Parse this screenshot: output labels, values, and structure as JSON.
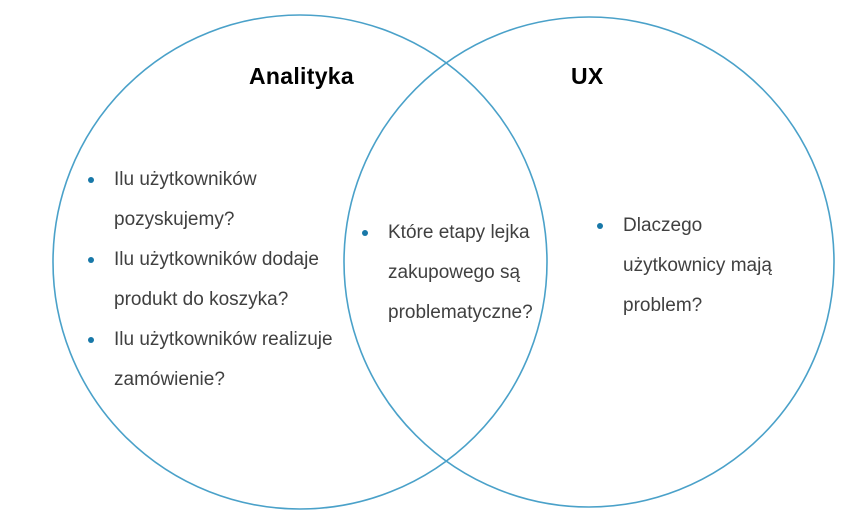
{
  "venn": {
    "left": {
      "title": "Analityka",
      "items": [
        "Ilu użytkowników pozyskujemy?",
        "Ilu użytkowników dodaje produkt do koszyka?",
        "Ilu użytkowników realizuje zamówienie?"
      ]
    },
    "right": {
      "title": "UX",
      "items": [
        "Dlaczego użytkownicy mają problem?"
      ]
    },
    "overlap": {
      "items": [
        "Które etapy lejka zakupowego są problematyczne?"
      ]
    },
    "colors": {
      "circle_stroke": "#4AA1C9",
      "bullet": "#1878A8",
      "body_text": "#404040",
      "title_text": "#000000",
      "background": "#FFFFFF"
    }
  }
}
